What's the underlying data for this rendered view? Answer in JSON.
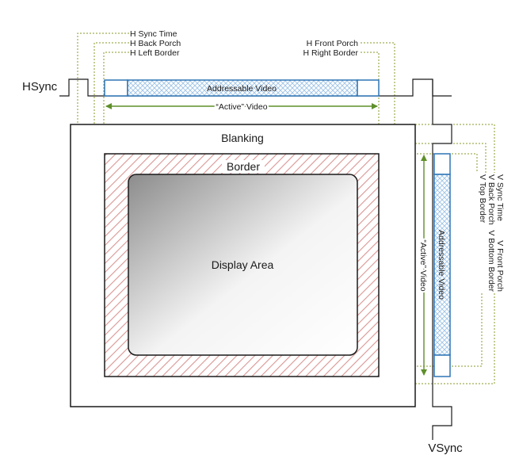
{
  "signals": {
    "hsync": "HSync",
    "vsync": "VSync"
  },
  "regions": {
    "blanking": "Blanking",
    "border": "Border",
    "display_area": "Display Area",
    "addressable_video": "Addressable Video",
    "active_video": "“Active” Video"
  },
  "h_labels": {
    "sync_time": "H Sync Time",
    "back_porch": "H Back Porch",
    "left_border": "H Left Border",
    "front_porch": "H Front Porch",
    "right_border": "H Right Border"
  },
  "v_labels": {
    "sync_time": "V Sync Time",
    "back_porch": "V Back Porch",
    "top_border": "V Top Border",
    "front_porch": "V Front Porch",
    "bottom_border": "V Bottom Border"
  },
  "colors": {
    "line": "#1a1a1a",
    "leader": "#8a9a2a",
    "dimension_arrow": "#5f8f2a",
    "addressable_outline": "#2e75b6",
    "addressable_fill": "#9dc3e6",
    "border_hatch": "#d99694",
    "display_gradient_light": "#ffffff",
    "display_gradient_dark": "#8c8c8c"
  }
}
